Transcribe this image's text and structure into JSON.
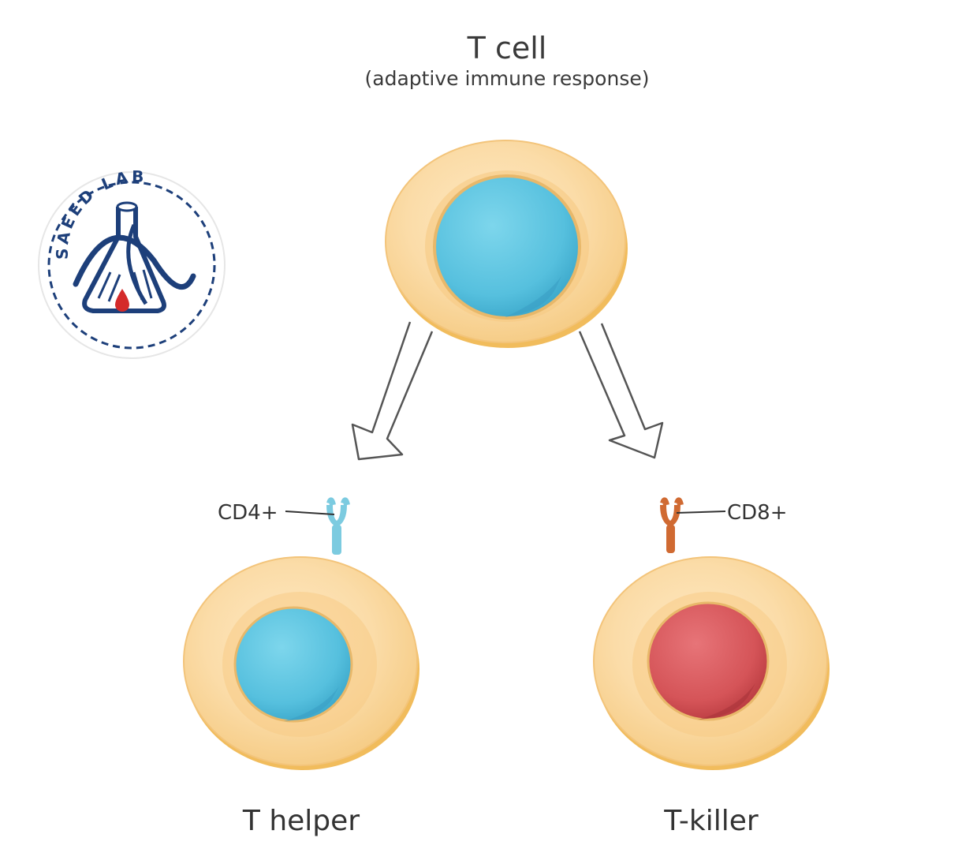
{
  "title": "T cell",
  "subtitle": "(adaptive immune response)",
  "logo": {
    "text": "SAEED LAB",
    "colors": {
      "ring": "#1d3f7a",
      "drop": "#d42a2a"
    }
  },
  "cells": {
    "parent": {
      "nucleus_color": "#5ec7e2"
    },
    "helper": {
      "name": "T helper",
      "marker": "CD4+",
      "nucleus_color": "#55bde0",
      "receptor_color": "#7ccbe0"
    },
    "killer": {
      "name": "T-killer",
      "marker": "CD8+",
      "nucleus_color": "#d9595c",
      "receptor_color": "#d06a32"
    }
  },
  "colors": {
    "cytoplasm": "#fbe1b4",
    "cytoplasm_inner": "#f8d295",
    "membrane_shadow": "#f0b54a",
    "arrow": "#555555"
  }
}
